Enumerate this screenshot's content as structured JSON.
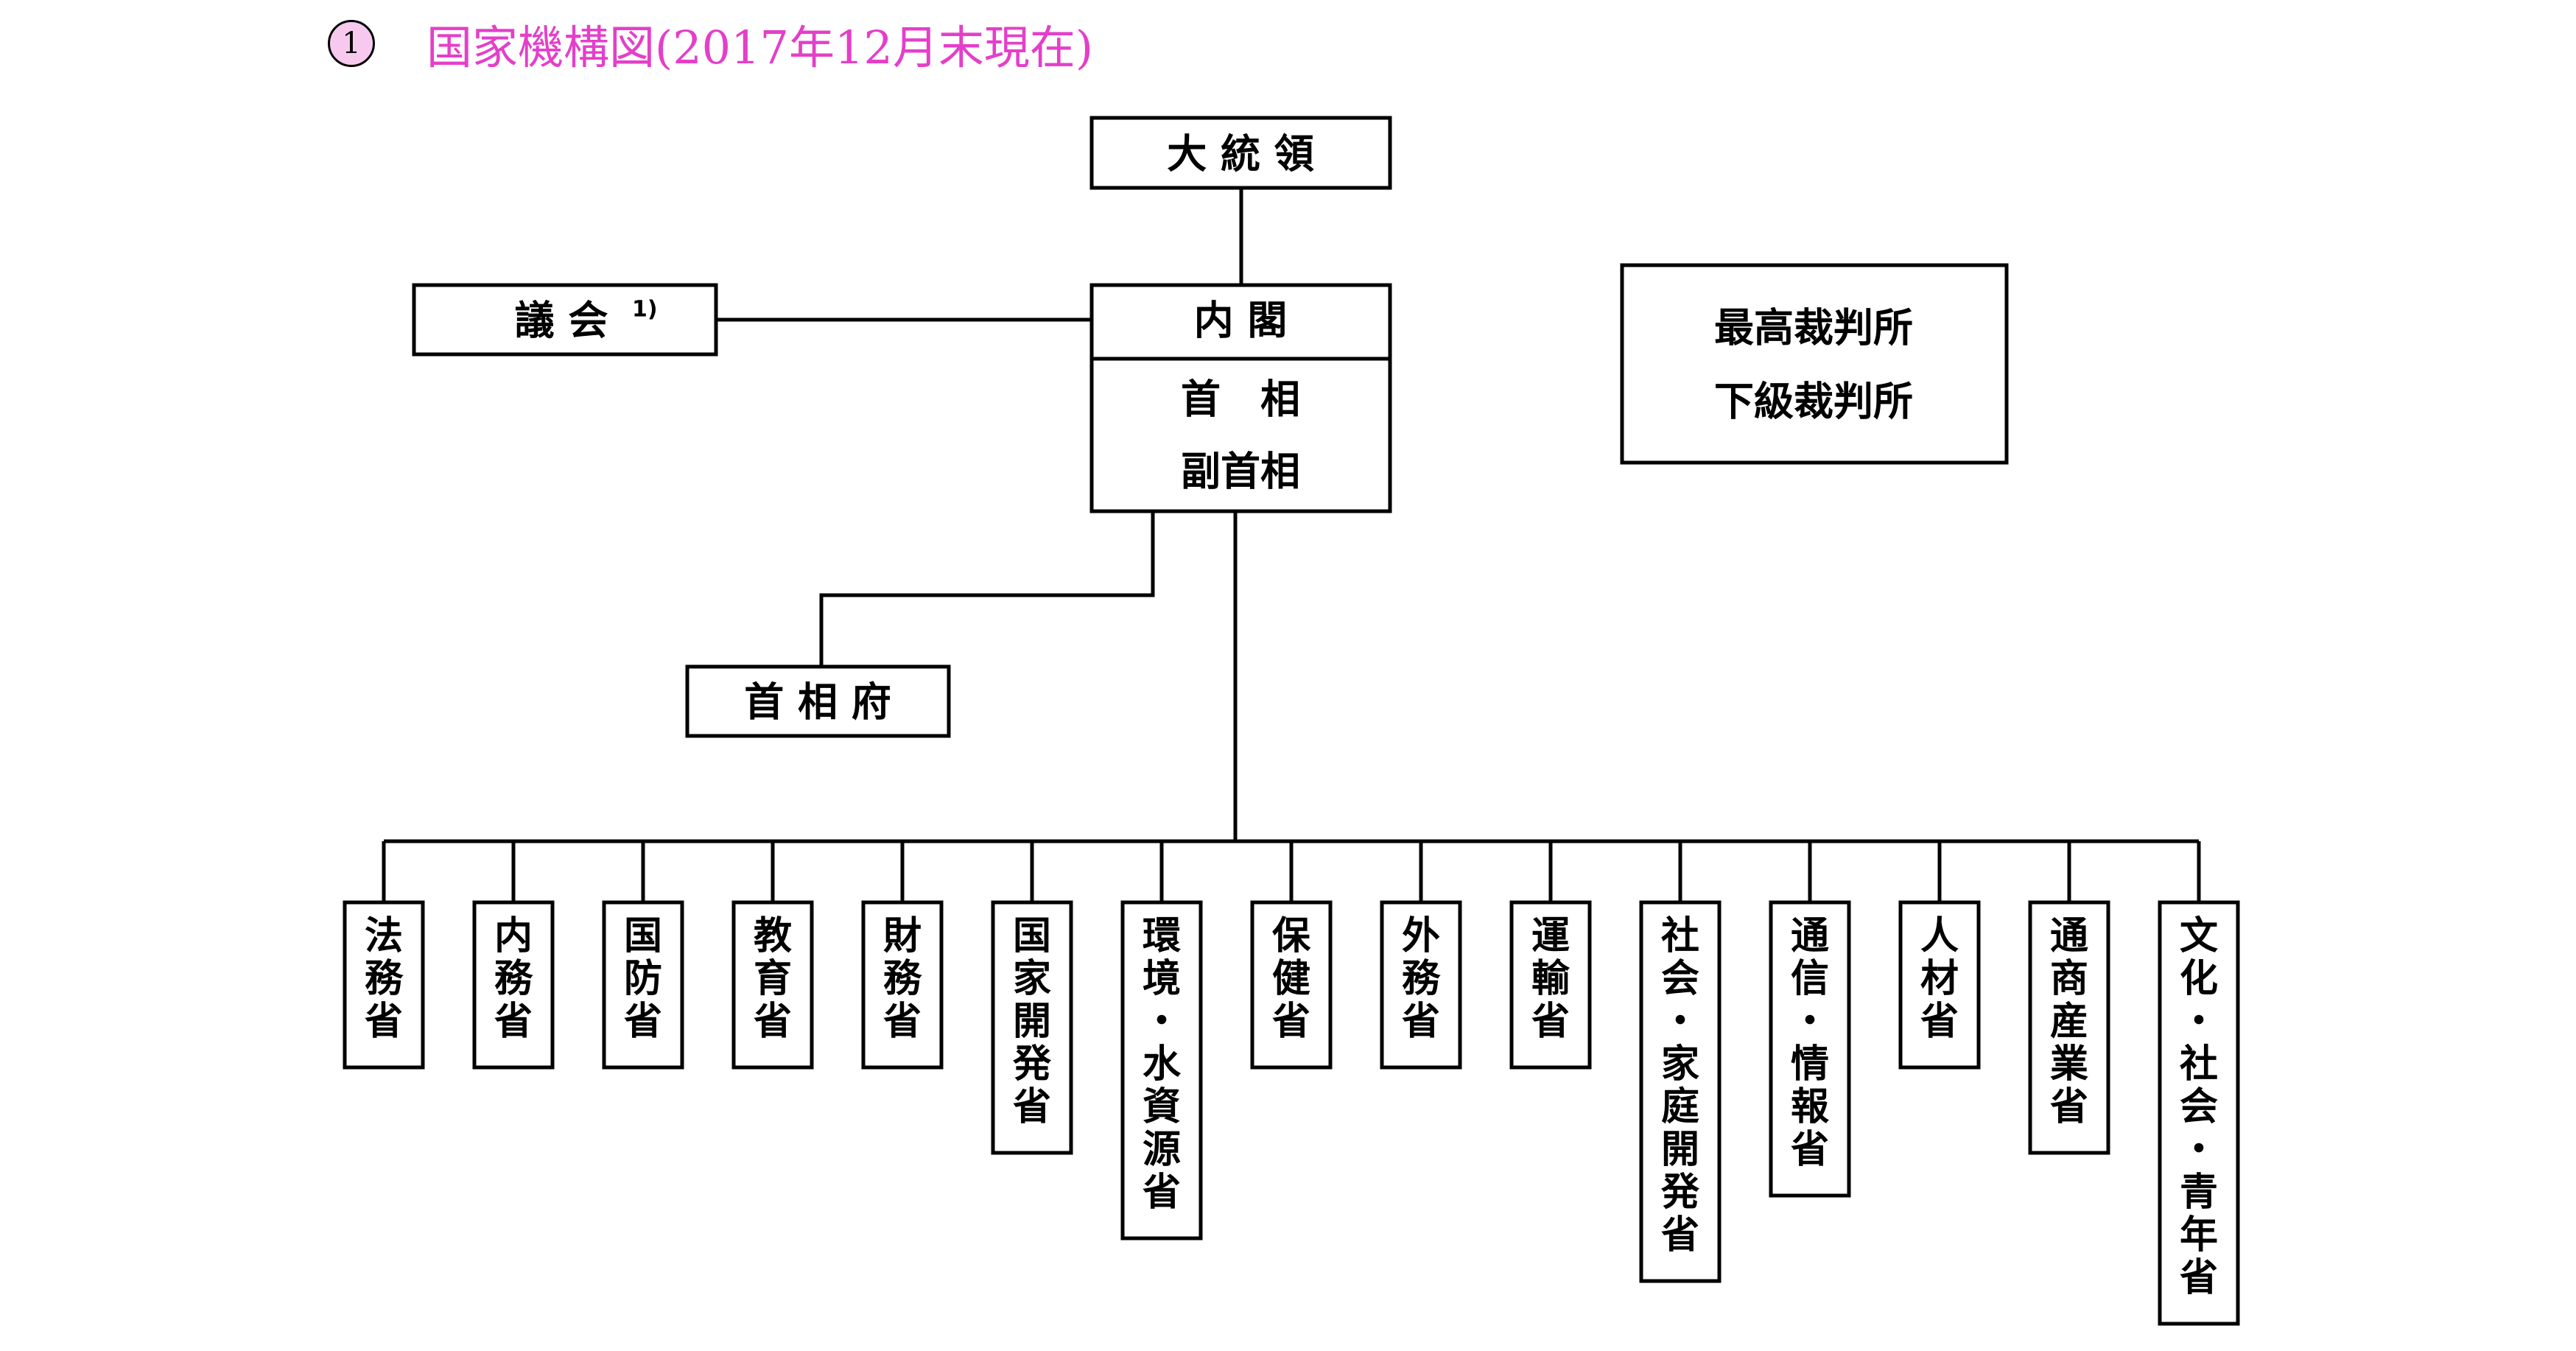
{
  "title": {
    "number": "1",
    "text": "国家機構図(2017年12月末現在)"
  },
  "colors": {
    "title": "#e43fc9",
    "badge_fill": "#f8c9ee",
    "line": "#000000"
  },
  "president": "大 統 領",
  "cabinet": {
    "name": "内 閣",
    "members": [
      "首　相",
      "副首相"
    ]
  },
  "parliament": {
    "name": "議 会",
    "note": "1)"
  },
  "pm_office": "首 相 府",
  "courts": [
    "最高裁判所",
    "下級裁判所"
  ],
  "ministries": [
    "法務省",
    "内務省",
    "国防省",
    "教育省",
    "財務省",
    "国家開発省",
    "環境・水資源省",
    "保健省",
    "外務省",
    "運輸省",
    "社会・家庭開発省",
    "通信・情報省",
    "人材省",
    "通商産業省",
    "文化・社会・青年省"
  ]
}
